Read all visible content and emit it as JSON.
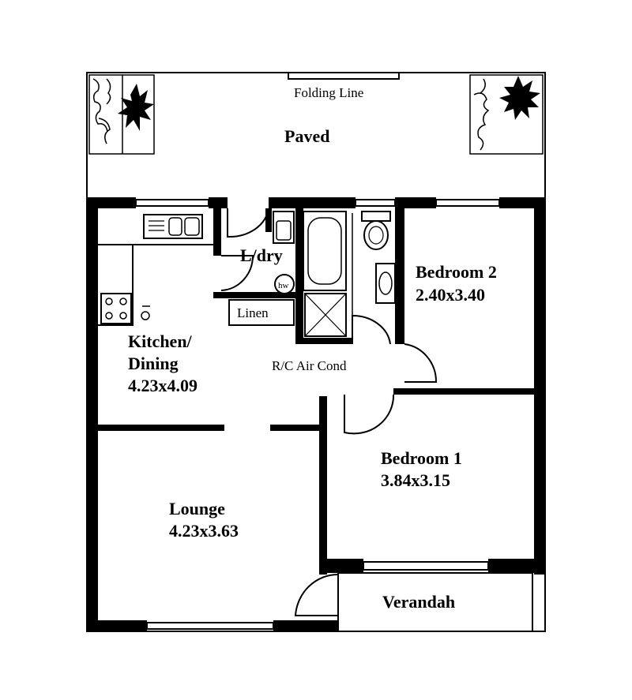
{
  "plan": {
    "outdoor": {
      "folding_line": "Folding Line",
      "paved": "Paved"
    },
    "rooms": {
      "laundry": "L/dry",
      "hot_water": "hw",
      "linen": "Linen",
      "kitchen_name_1": "Kitchen/",
      "kitchen_name_2": "Dining",
      "kitchen_size": "4.23x4.09",
      "aircond": "R/C Air Cond",
      "bedroom2_name": "Bedroom 2",
      "bedroom2_size": "2.40x3.40",
      "bedroom1_name": "Bedroom 1",
      "bedroom1_size": "3.84x3.15",
      "lounge_name": "Lounge",
      "lounge_size": "4.23x3.63",
      "verandah": "Verandah"
    },
    "icons": [
      "plant-icon",
      "sink-icon",
      "stove-icon",
      "tap-icon",
      "bath-icon",
      "toilet-icon",
      "basin-icon",
      "shower-icon",
      "laundry-tub-icon",
      "hot-water-icon"
    ]
  }
}
